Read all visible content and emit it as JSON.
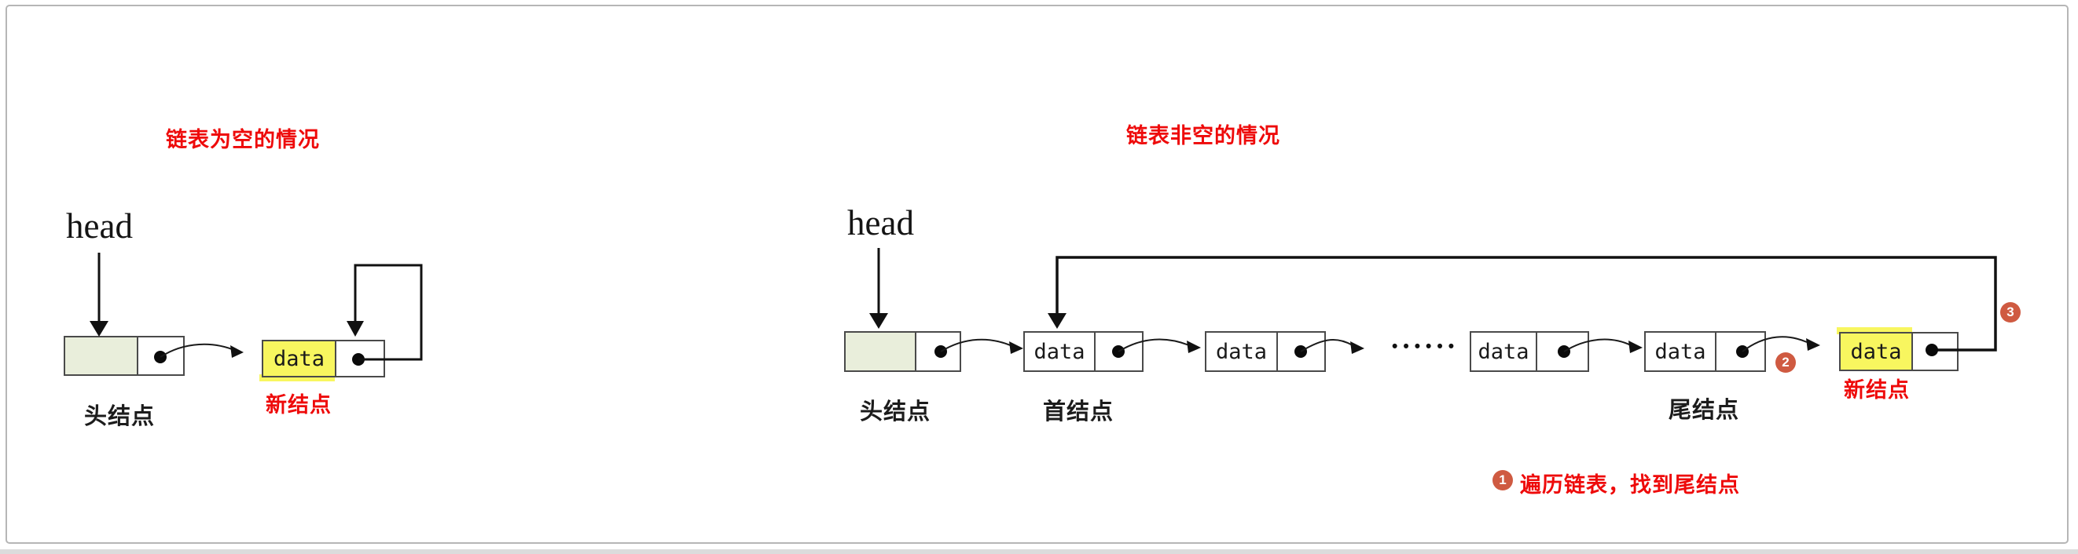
{
  "colors": {
    "red": "#ee0a0a",
    "badge": "#cf5a41",
    "yellow": "#f8f65f",
    "green": "#e9eedb"
  },
  "left_diagram": {
    "title": "链表为空的情况",
    "head_pointer_label": "head",
    "head_node_caption": "头结点",
    "new_node_data_label": "data",
    "new_node_caption": "新结点"
  },
  "right_diagram": {
    "title": "链表非空的情况",
    "head_pointer_label": "head",
    "head_node_caption": "头结点",
    "first_node_caption": "首结点",
    "tail_node_caption": "尾结点",
    "new_node_caption": "新结点",
    "data_labels": [
      "data",
      "data",
      "data",
      "data",
      "data"
    ],
    "ellipsis": "••••••",
    "badges": [
      "1",
      "2",
      "3"
    ],
    "step1_text": "遍历链表，找到尾结点"
  }
}
